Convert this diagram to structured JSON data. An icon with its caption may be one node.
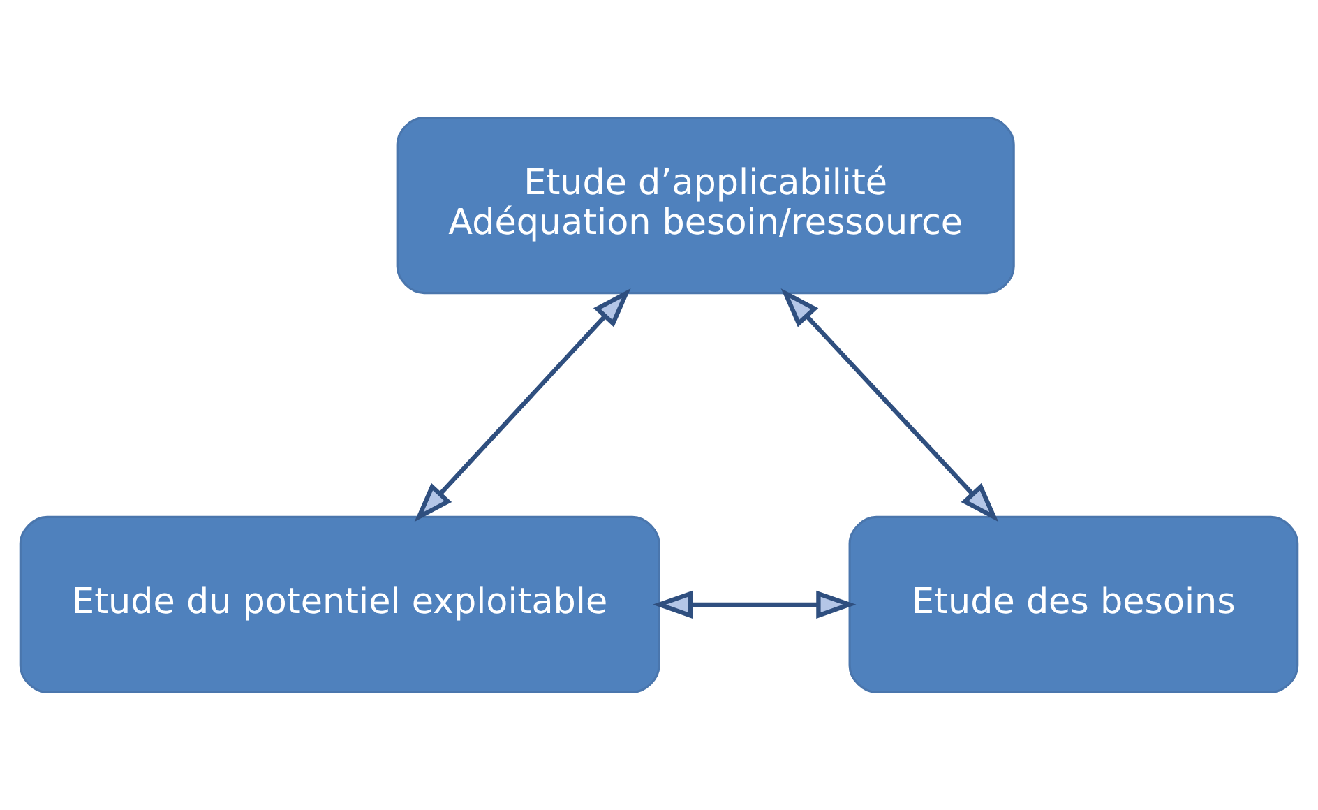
{
  "diagram": {
    "nodes": [
      {
        "text": [
          "Etude d’applicabilité",
          "Adéquation besoin/ressource"
        ]
      },
      {
        "text": [
          "Etude du potentiel exploitable"
        ]
      },
      {
        "text": [
          "Etude des besoins"
        ]
      }
    ],
    "edges": [
      {
        "from": 0,
        "to": 1,
        "arrow": "both"
      },
      {
        "from": 0,
        "to": 2,
        "arrow": "both"
      },
      {
        "from": 1,
        "to": 2,
        "arrow": "both"
      }
    ]
  }
}
